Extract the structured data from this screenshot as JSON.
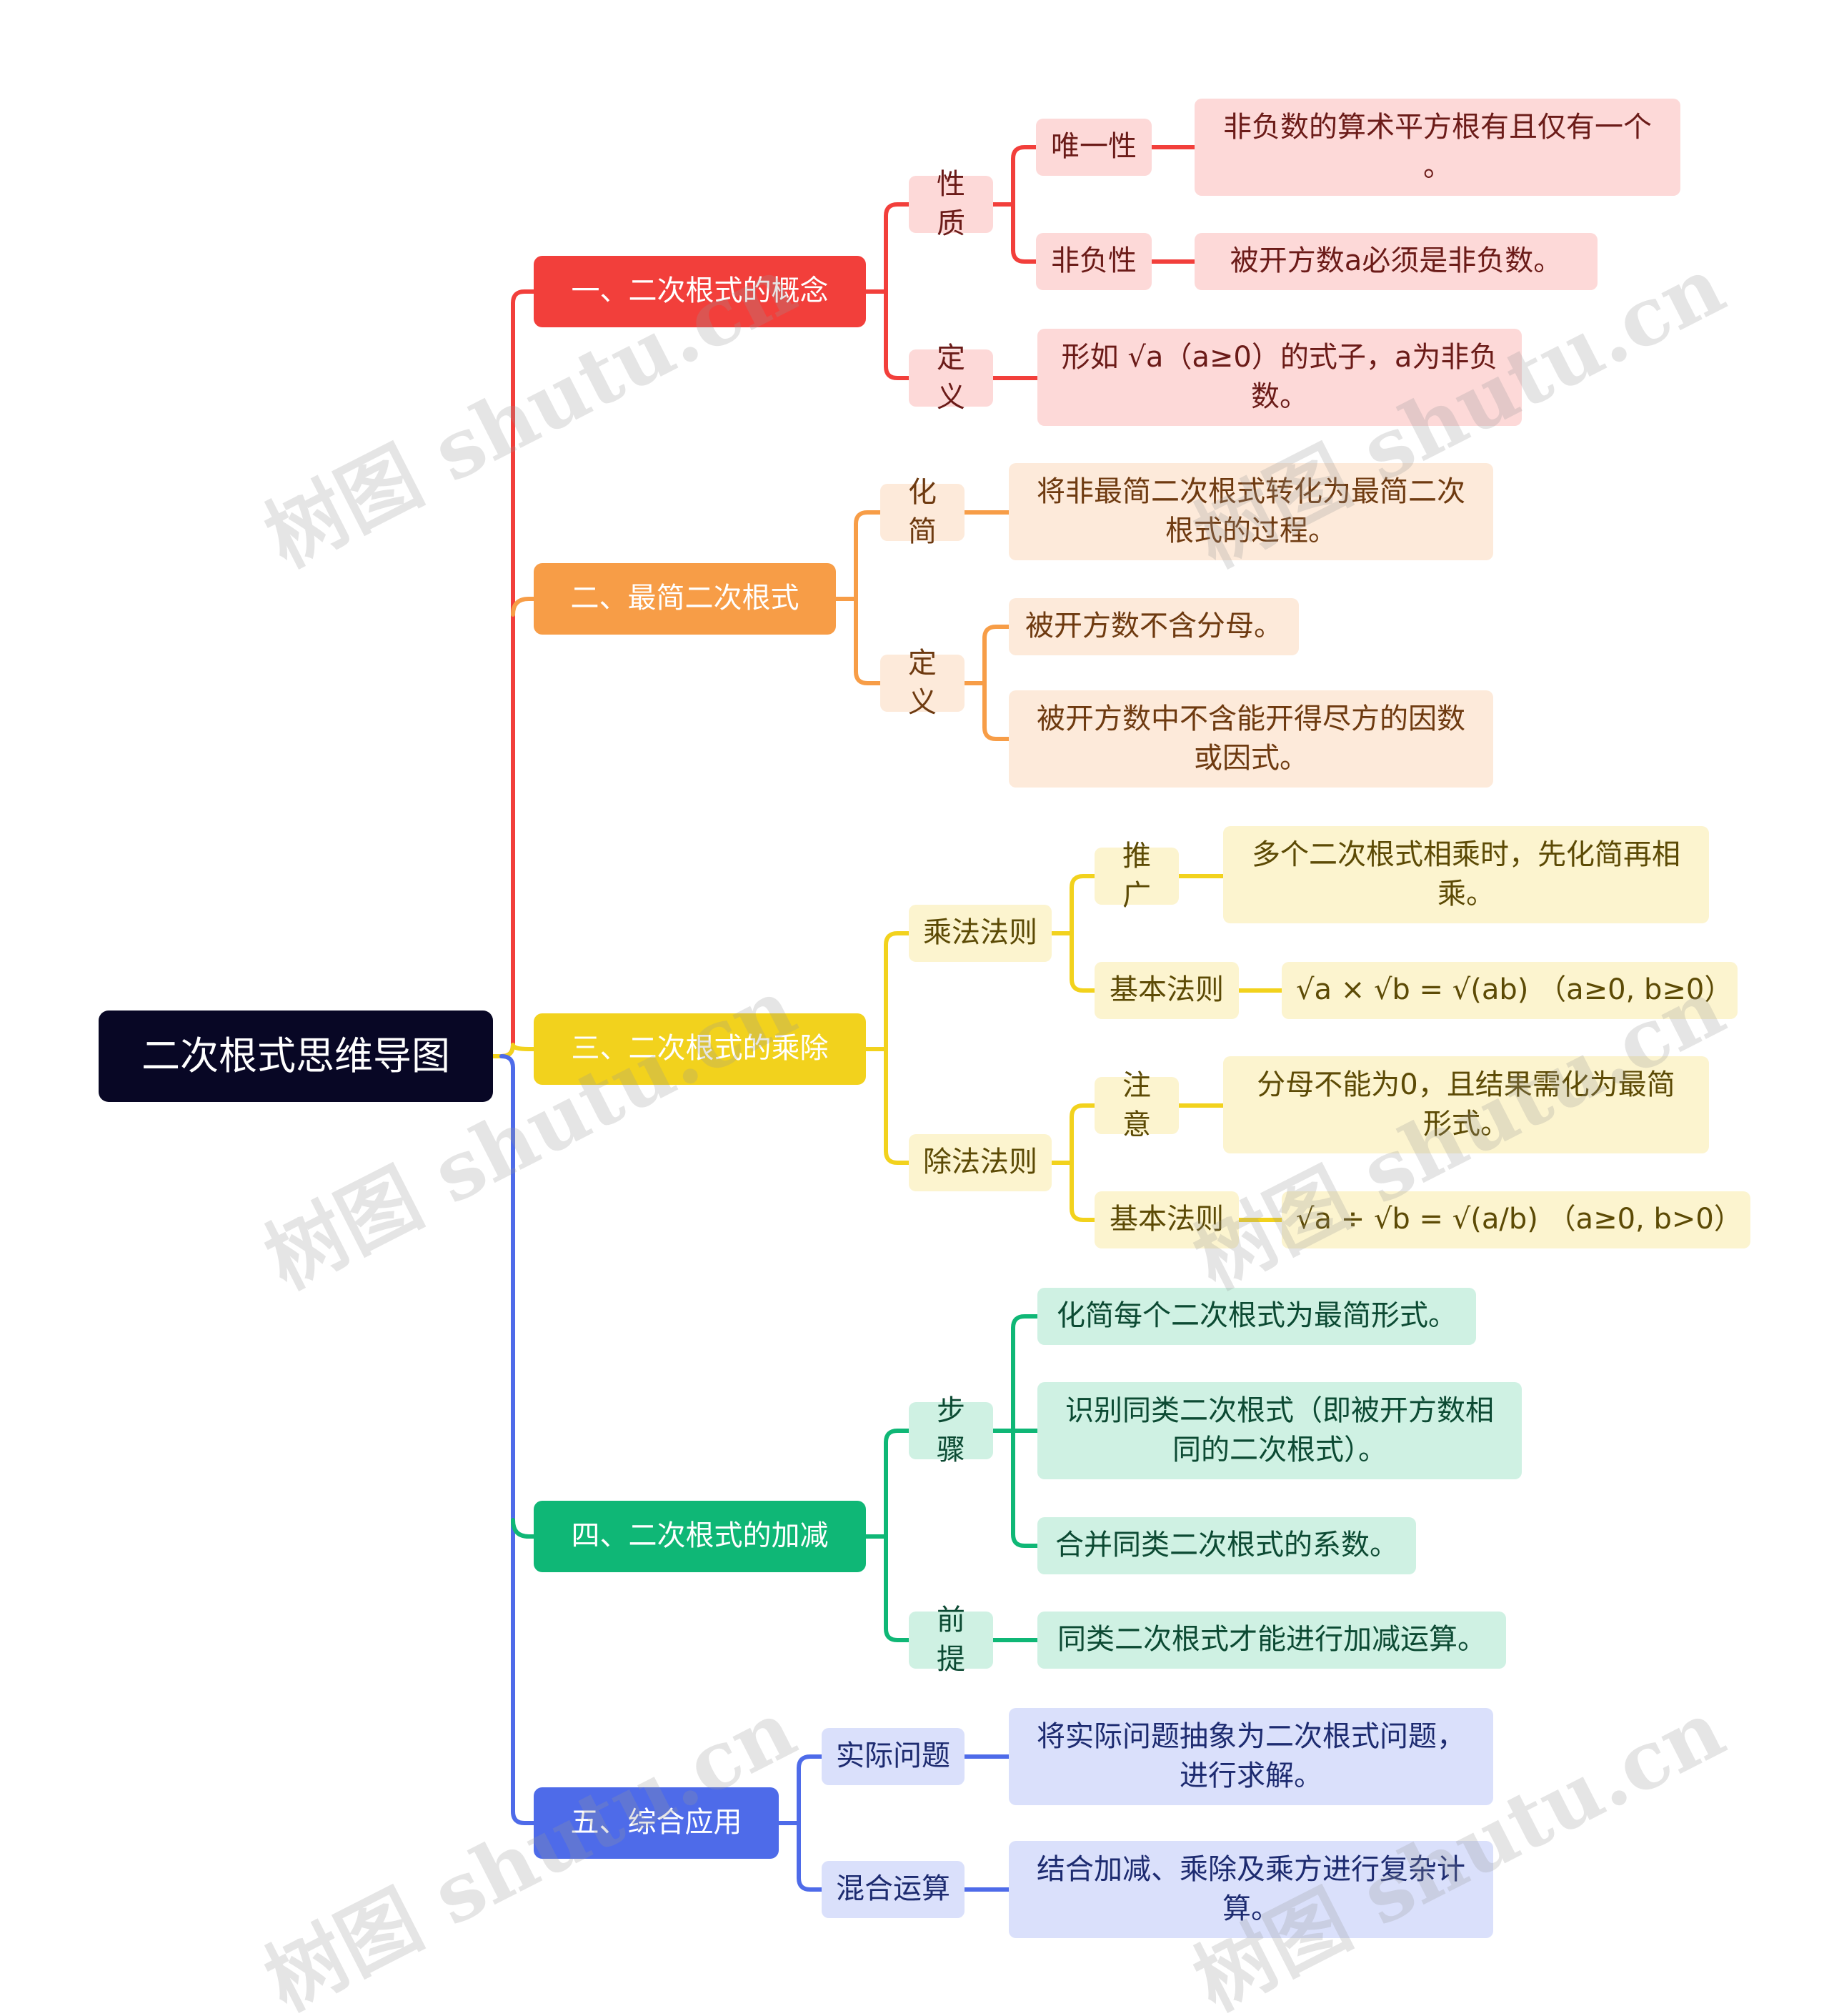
{
  "root": {
    "label": "二次根式思维导图"
  },
  "colors": {
    "root": "#080725",
    "red": "#f23f3b",
    "orange": "#f79d47",
    "yellow": "#f2d21d",
    "green": "#0fb776",
    "blue": "#4e6be9"
  },
  "branches": {
    "b1": {
      "label": "一、二次根式的概念",
      "property": {
        "label": "性质",
        "uniqueness": {
          "label": "唯一性",
          "text": "非负数的算术平方根有且仅有一个\n。"
        },
        "nonnegativity": {
          "label": "非负性",
          "text": "被开方数a必须是非负数。"
        }
      },
      "definition": {
        "label": "定义",
        "text": "形如 √a（a≥0）的式子，a为非负\n数。"
      }
    },
    "b2": {
      "label": "二、最简二次根式",
      "simplify": {
        "label": "化简",
        "text": "将非最简二次根式转化为最简二次\n根式的过程。"
      },
      "definition": {
        "label": "定义",
        "items": [
          "被开方数不含分母。",
          "被开方数中不含能开得尽方的因数\n或因式。"
        ]
      }
    },
    "b3": {
      "label": "三、二次根式的乘除",
      "multiplication": {
        "label": "乘法法则",
        "generalization": {
          "label": "推广",
          "text": "多个二次根式相乘时，先化简再相\n乘。"
        },
        "basic": {
          "label": "基本法则",
          "text": "√a × √b = √(ab) （a≥0, b≥0）"
        }
      },
      "division": {
        "label": "除法法则",
        "note": {
          "label": "注意",
          "text": "分母不能为0，且结果需化为最简\n形式。"
        },
        "basic": {
          "label": "基本法则",
          "text": "√a ÷ √b = √(a/b) （a≥0, b>0）"
        }
      }
    },
    "b4": {
      "label": "四、二次根式的加减",
      "steps": {
        "label": "步骤",
        "items": [
          "化简每个二次根式为最简形式。",
          "识别同类二次根式（即被开方数相\n同的二次根式）。",
          "合并同类二次根式的系数。"
        ]
      },
      "premise": {
        "label": "前提",
        "text": "同类二次根式才能进行加减运算。"
      }
    },
    "b5": {
      "label": "五、综合应用",
      "practical": {
        "label": "实际问题",
        "text": "将实际问题抽象为二次根式问题，\n进行求解。"
      },
      "mixed": {
        "label": "混合运算",
        "text": "结合加减、乘除及乘方进行复杂计\n算。"
      }
    }
  },
  "watermark": "树图 shutu.cn"
}
